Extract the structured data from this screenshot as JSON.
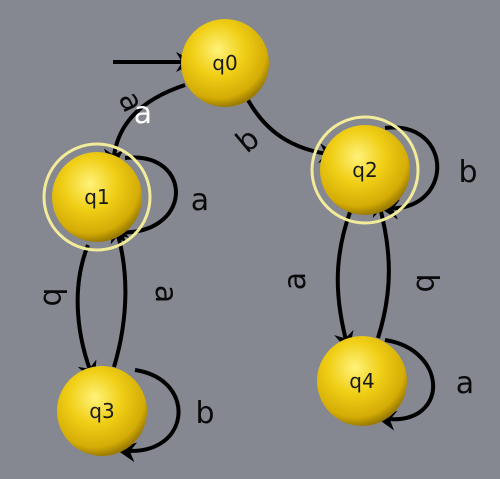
{
  "colors": {
    "background": "#858791",
    "state_fill": "#e8c20e",
    "state_highlight": "#fff27a",
    "state_shadow": "#8a6c00",
    "accept_ring": "#f2ec9a",
    "edge": "#000000"
  },
  "states": [
    {
      "id": "q0",
      "label": "q0",
      "accepting": false,
      "initial": true
    },
    {
      "id": "q1",
      "label": "q1",
      "accepting": true,
      "initial": false
    },
    {
      "id": "q2",
      "label": "q2",
      "accepting": true,
      "initial": false
    },
    {
      "id": "q3",
      "label": "q3",
      "accepting": false,
      "initial": false
    },
    {
      "id": "q4",
      "label": "q4",
      "accepting": false,
      "initial": false
    }
  ],
  "transitions": [
    {
      "from": "q0",
      "to": "q1",
      "label": "a"
    },
    {
      "from": "q0",
      "to": "q2",
      "label": "b"
    },
    {
      "from": "q1",
      "to": "q1",
      "label": "a"
    },
    {
      "from": "q1",
      "to": "q3",
      "label": "b"
    },
    {
      "from": "q3",
      "to": "q1",
      "label": "a"
    },
    {
      "from": "q3",
      "to": "q3",
      "label": "b"
    },
    {
      "from": "q2",
      "to": "q2",
      "label": "b"
    },
    {
      "from": "q2",
      "to": "q4",
      "label": "a"
    },
    {
      "from": "q4",
      "to": "q2",
      "label": "b"
    },
    {
      "from": "q4",
      "to": "q4",
      "label": "a"
    }
  ],
  "extra_labels": [
    {
      "label": "a"
    }
  ]
}
